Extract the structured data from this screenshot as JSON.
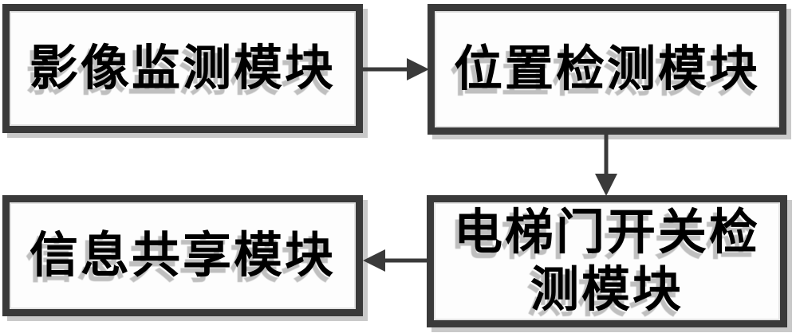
{
  "diagram": {
    "nodes": [
      {
        "id": "video-monitor",
        "label": "影像监测模块"
      },
      {
        "id": "position-detect",
        "label": "位置检测模块"
      },
      {
        "id": "door-switch-detect",
        "label": "电梯门开关检\n测模块",
        "full_text": "电梯门开关检测模块"
      },
      {
        "id": "info-share",
        "label": "信息共享模块"
      }
    ],
    "edges": [
      {
        "from": "video-monitor",
        "to": "position-detect",
        "direction": "right"
      },
      {
        "from": "position-detect",
        "to": "door-switch-detect",
        "direction": "down"
      },
      {
        "from": "door-switch-detect",
        "to": "info-share",
        "direction": "left"
      }
    ],
    "colors": {
      "border": "#3a3a3a",
      "arrow": "#3a3a3a",
      "box_shadow": "#c9c9c9",
      "text": "#000000",
      "text_shadow": "#bfbfbf",
      "background": "#ffffff"
    }
  }
}
